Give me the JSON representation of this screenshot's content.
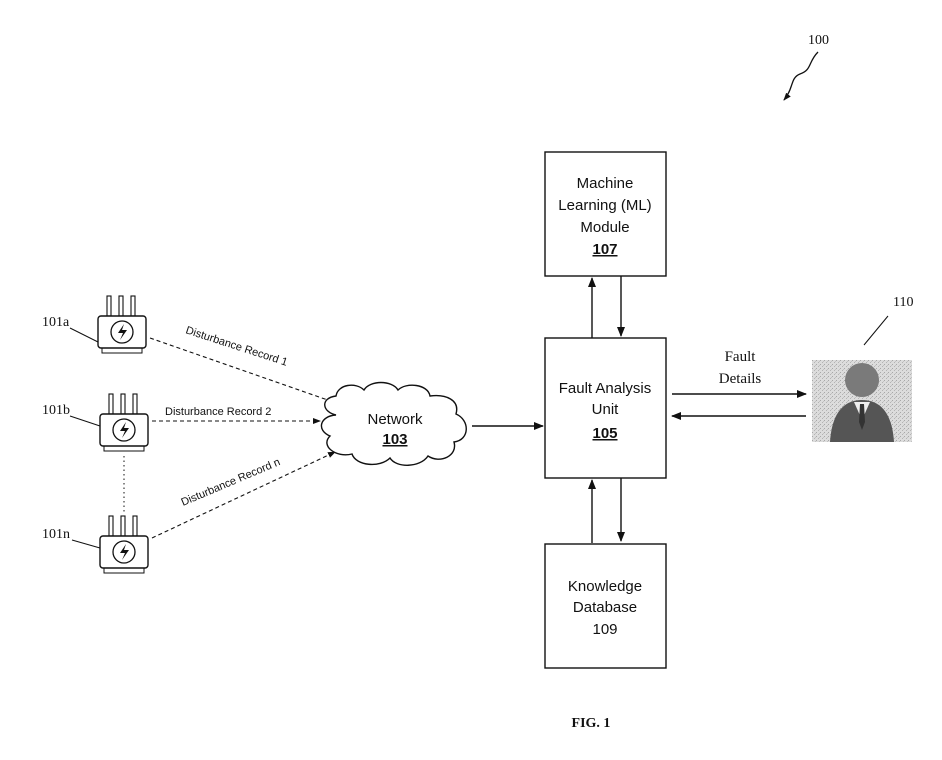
{
  "figure": {
    "ref_main": "100",
    "caption": "FIG. 1"
  },
  "devices": [
    {
      "ref": "101a"
    },
    {
      "ref": "101b"
    },
    {
      "ref": "101n"
    }
  ],
  "links": {
    "record_1": "Disturbance Record 1",
    "record_2": "Disturbance Record 2",
    "record_n": "Disturbance Record n"
  },
  "network": {
    "label": "Network",
    "number": "103"
  },
  "ml_module": {
    "line1": "Machine",
    "line2": "Learning (ML)",
    "line3": "Module",
    "number": "107"
  },
  "fault_unit": {
    "line1": "Fault Analysis",
    "line2": "Unit",
    "number": "105"
  },
  "knowledge_db": {
    "line1": "Knowledge",
    "line2": "Database",
    "number": "109"
  },
  "user": {
    "ref": "110",
    "arrow_label_line1": "Fault",
    "arrow_label_line2": "Details"
  },
  "colors": {
    "line": "#111111",
    "user_bg": "#d6d6d6",
    "user_figure": "#555555"
  }
}
